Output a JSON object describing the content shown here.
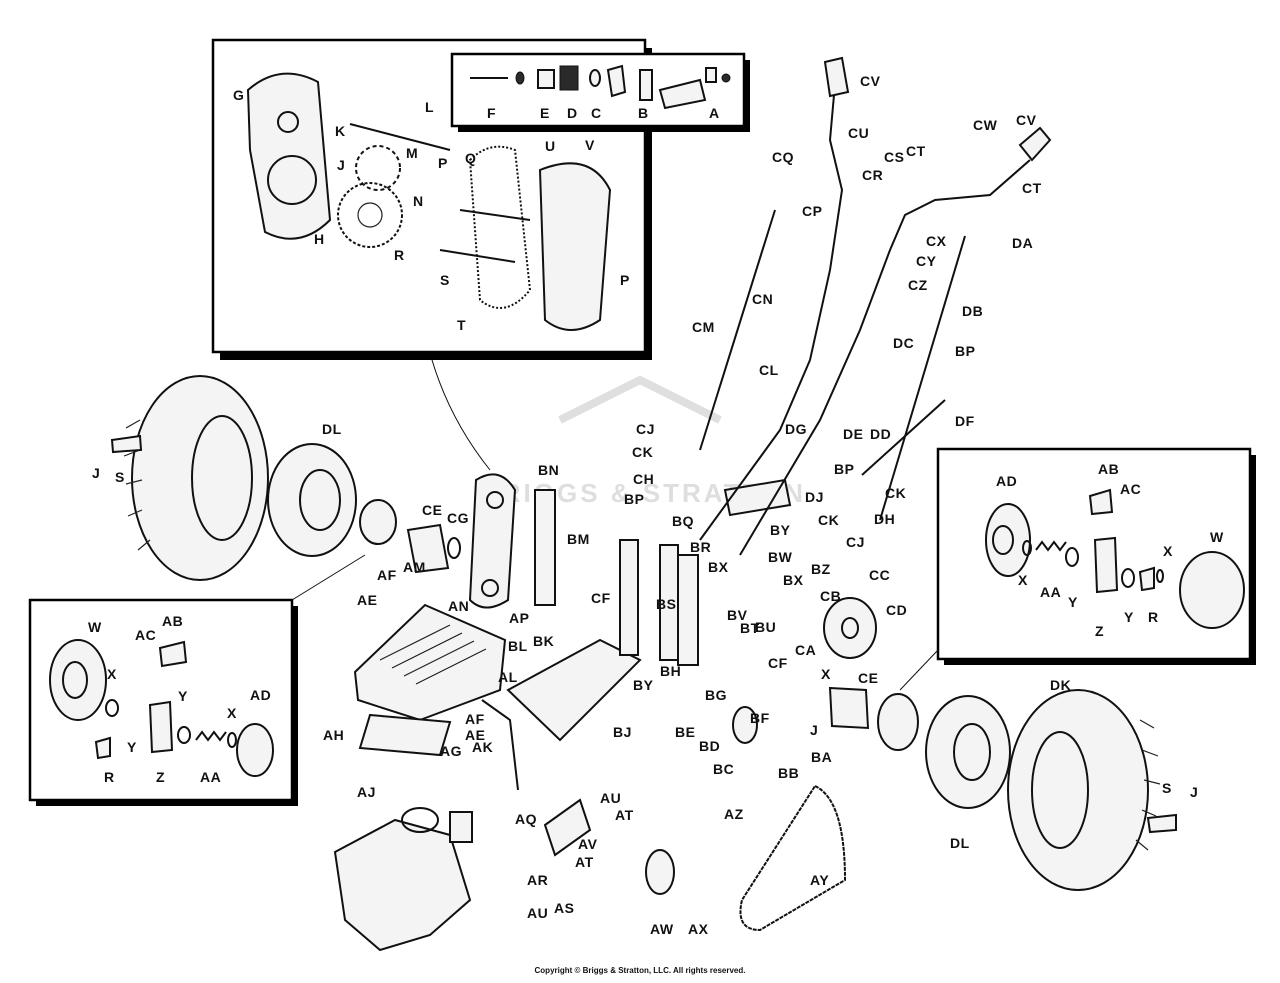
{
  "copyright": "Copyright © Briggs & Stratton, LLC. All rights reserved.",
  "watermark": "BRIGGS & STRATTON",
  "labels": {
    "cv_top": "CV",
    "cu": "CU",
    "cw": "CW",
    "cv_grip": "CV",
    "cq": "CQ",
    "cs": "CS",
    "ct_top": "CT",
    "cr": "CR",
    "ct_right": "CT",
    "cp": "CP",
    "cx": "CX",
    "da": "DA",
    "cy": "CY",
    "cz": "CZ",
    "db": "DB",
    "cm": "CM",
    "cn": "CN",
    "dc": "DC",
    "bp_right": "BP",
    "cl": "CL",
    "de": "DE",
    "dd": "DD",
    "df": "DF",
    "dg": "DG",
    "cj_top": "CJ",
    "ck_top": "CK",
    "ch": "CH",
    "bp_mid": "BP",
    "bq": "BQ",
    "dj": "DJ",
    "bp_low": "BP",
    "ck_right": "CK",
    "ck_mid": "CK",
    "dh": "DH",
    "by_top": "BY",
    "cj_right": "CJ",
    "bn": "BN",
    "br": "BR",
    "bw": "BW",
    "bm": "BM",
    "bx_left": "BX",
    "bx_right": "BX",
    "bz": "BZ",
    "cf_top": "CF",
    "bs": "BS",
    "bv": "BV",
    "bt": "BT",
    "bu": "BU",
    "cb": "CB",
    "cc": "CC",
    "cd": "CD",
    "ca": "CA",
    "bk": "BK",
    "bl": "BL",
    "bh": "BH",
    "cf_low": "CF",
    "x_mid": "X",
    "ce_right": "CE",
    "by_low": "BY",
    "bg": "BG",
    "bf": "BF",
    "bj": "BJ",
    "be": "BE",
    "j_mid": "J",
    "bd": "BD",
    "ba": "BA",
    "bc": "BC",
    "bb": "BB",
    "az": "AZ",
    "ce_left": "CE",
    "cg": "CG",
    "af_top": "AF",
    "am": "AM",
    "ae_top": "AE",
    "an": "AN",
    "ap": "AP",
    "al": "AL",
    "ah": "AH",
    "af_low": "AF",
    "ae_low": "AE",
    "ag": "AG",
    "ak": "AK",
    "aj": "AJ",
    "aq": "AQ",
    "au_top": "AU",
    "at_top": "AT",
    "av": "AV",
    "ar": "AR",
    "at_low": "AT",
    "au_low": "AU",
    "as": "AS",
    "aw": "AW",
    "ax": "AX",
    "ay": "AY",
    "dl_left": "DL",
    "j_left": "J",
    "s_left": "S",
    "dk": "DK",
    "dl_right": "DL",
    "s_right": "S",
    "j_right": "J",
    "inset_top": {
      "g": "G",
      "f": "F",
      "e": "E",
      "d": "D",
      "c": "C",
      "b": "B",
      "a": "A",
      "l": "L",
      "k": "K",
      "m": "M",
      "q": "Q",
      "u": "U",
      "v": "V",
      "p_top": "P",
      "j": "J",
      "n": "N",
      "h": "H",
      "r": "R",
      "s": "S",
      "p_low": "P",
      "t": "T"
    },
    "inset_left": {
      "w": "W",
      "ac": "AC",
      "ab": "AB",
      "x_top": "X",
      "ad": "AD",
      "y_top": "Y",
      "x_right": "X",
      "y_low": "Y",
      "r": "R",
      "z": "Z",
      "aa": "AA"
    },
    "inset_right": {
      "ad": "AD",
      "ab": "AB",
      "ac": "AC",
      "w": "W",
      "x_left": "X",
      "aa": "AA",
      "y_left": "Y",
      "z": "Z",
      "y_right": "Y",
      "r": "R",
      "x_right": "X"
    }
  }
}
